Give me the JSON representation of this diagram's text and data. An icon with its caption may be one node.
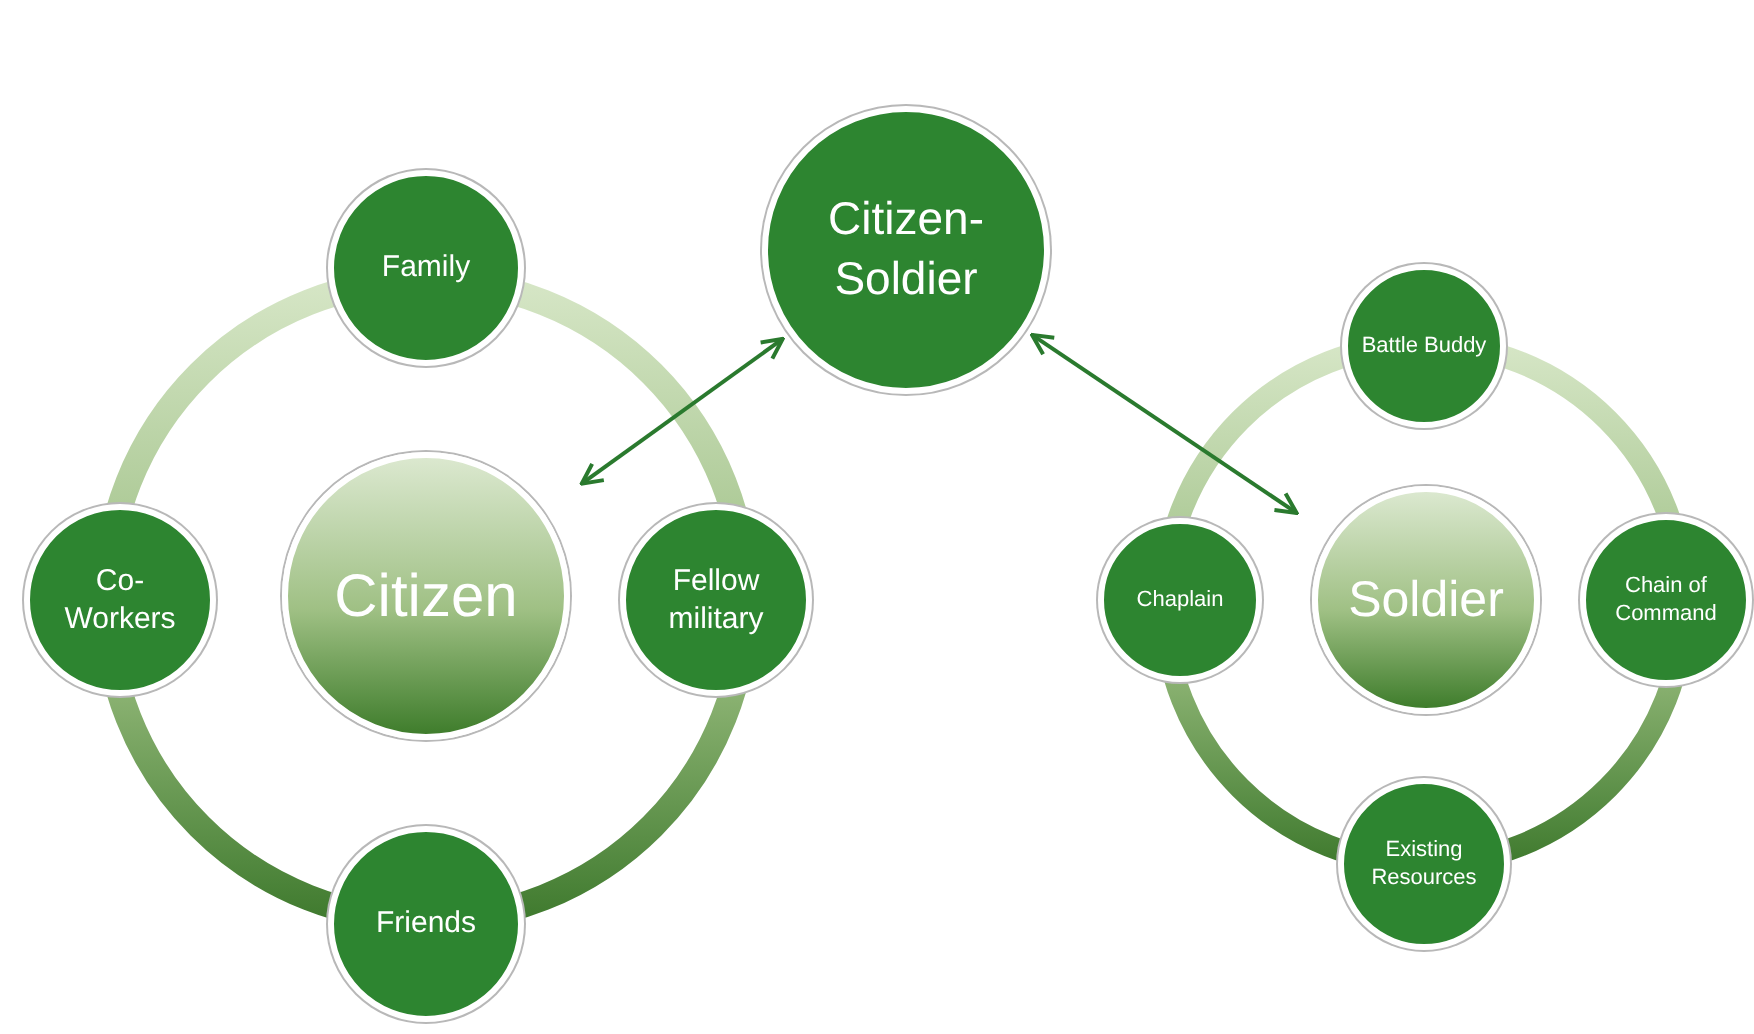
{
  "diagram": {
    "nodes": [
      {
        "text": [
          "Citizen- Soldier"
        ]
      },
      {
        "text": [
          "Family"
        ]
      },
      {
        "text": [
          "Co- Workers"
        ]
      },
      {
        "text": [
          "Citizen"
        ]
      },
      {
        "text": [
          "Fellow military"
        ]
      },
      {
        "text": [
          "Friends"
        ]
      },
      {
        "text": [
          "Battle Buddy"
        ]
      },
      {
        "text": [
          "Chaplain"
        ]
      },
      {
        "text": [
          "Soldier"
        ]
      },
      {
        "text": [
          "Chain of Command"
        ]
      },
      {
        "text": [
          "Existing Resources"
        ]
      }
    ],
    "edges": [
      {
        "from": 0,
        "to": 3,
        "arrow": "both"
      },
      {
        "from": 0,
        "to": 8,
        "arrow": "both"
      }
    ]
  }
}
